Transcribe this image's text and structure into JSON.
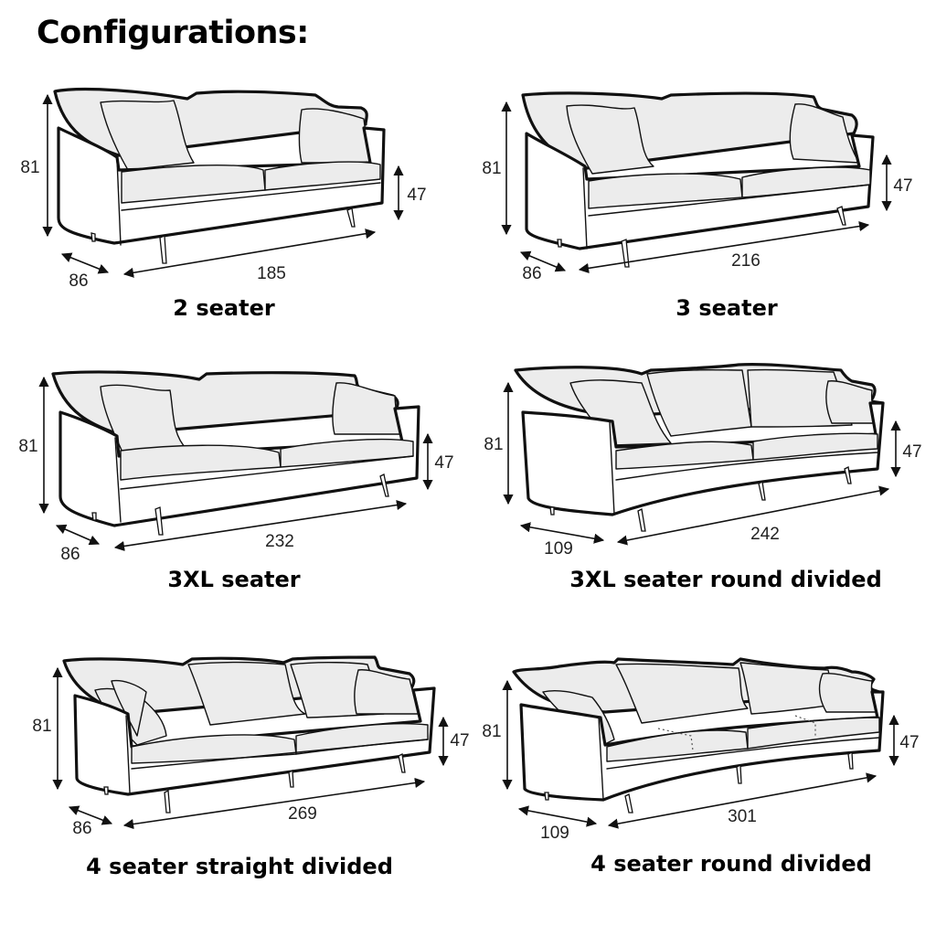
{
  "page": {
    "title": "Configurations:"
  },
  "configurations": [
    {
      "name": "2 seater",
      "height": "81",
      "seat_height": "47",
      "depth": "86",
      "width": "185"
    },
    {
      "name": "3 seater",
      "height": "81",
      "seat_height": "47",
      "depth": "86",
      "width": "216"
    },
    {
      "name": "3XL seater",
      "height": "81",
      "seat_height": "47",
      "depth": "86",
      "width": "232"
    },
    {
      "name": "3XL seater round divided",
      "height": "81",
      "seat_height": "47",
      "depth": "109",
      "width": "242"
    },
    {
      "name": "4 seater straight divided",
      "height": "81",
      "seat_height": "47",
      "depth": "86",
      "width": "269"
    },
    {
      "name": "4 seater round divided",
      "height": "81",
      "seat_height": "47",
      "depth": "109",
      "width": "301"
    }
  ],
  "colors": {
    "upholstery": "#ececec",
    "outline": "#111111",
    "background": "#ffffff"
  }
}
